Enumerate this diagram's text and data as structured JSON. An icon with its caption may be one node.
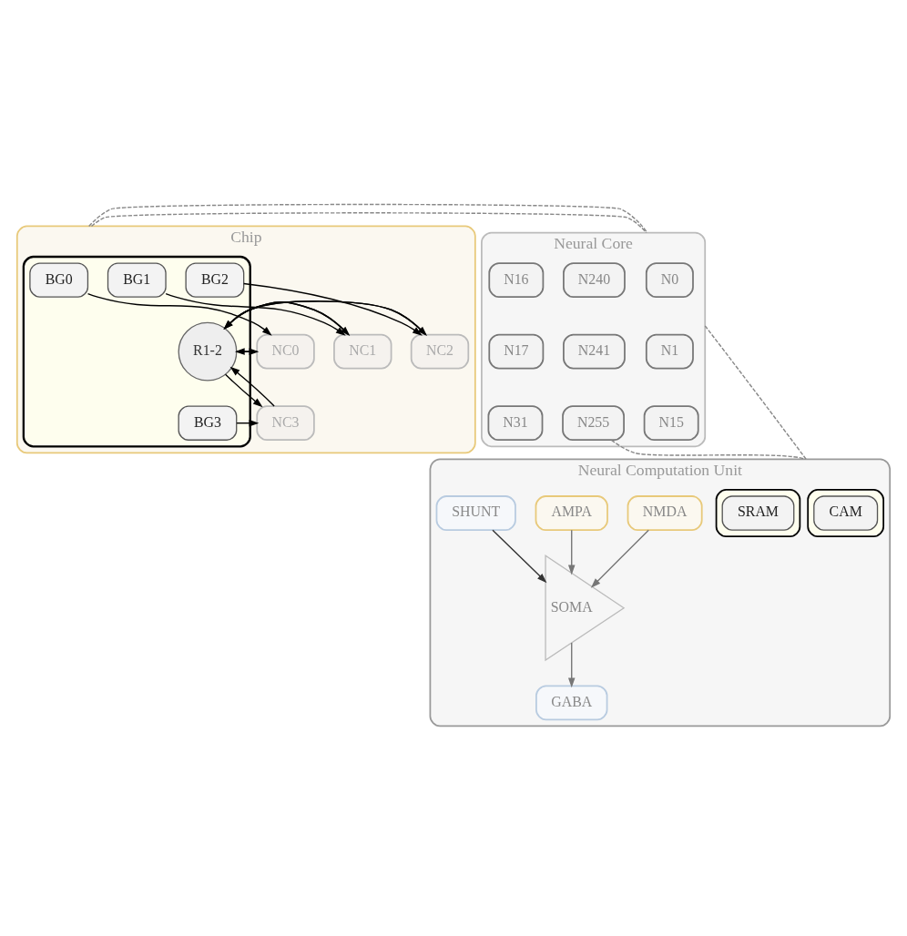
{
  "diagram": {
    "nodes": [
      {
        "text": [
          "Chip"
        ]
      },
      {
        "text": [],
        "shape": "cross",
        "in": 0
      },
      {
        "text": [
          "BG0"
        ],
        "in": 1
      },
      {
        "text": [
          "BG1"
        ],
        "in": 1
      },
      {
        "text": [
          "R1-2"
        ],
        "in": 1
      },
      {
        "text": [
          "BG2"
        ],
        "in": 1
      },
      {
        "text": [
          "BG3"
        ],
        "in": 1
      },
      {
        "text": [
          "NC0"
        ],
        "in": 0
      },
      {
        "text": [
          "NC2"
        ],
        "in": 0
      },
      {
        "text": [
          "NC1"
        ],
        "in": 0
      },
      {
        "text": [
          "NC3"
        ],
        "in": 0
      },
      {
        "text": [
          "Neural Core"
        ]
      },
      {
        "text": [
          "N0"
        ],
        "in": 11
      },
      {
        "text": [
          "N16"
        ],
        "in": 11
      },
      {
        "text": [
          "N240"
        ],
        "in": 11
      },
      {
        "text": [
          "N1"
        ],
        "in": 11
      },
      {
        "text": [
          "N17"
        ],
        "in": 11
      },
      {
        "text": [
          "N241"
        ],
        "in": 11
      },
      {
        "text": [
          "N15"
        ],
        "in": 11
      },
      {
        "text": [
          "N31"
        ],
        "in": 11
      },
      {
        "text": [
          "N255"
        ],
        "in": 11
      },
      {
        "text": [
          "Neural Computation Unit"
        ]
      },
      {
        "text": [],
        "shape": "box",
        "in": 21
      },
      {
        "text": [
          "CAM"
        ],
        "in": 22
      },
      {
        "text": [
          "AMPA"
        ],
        "in": 21
      },
      {
        "text": [
          "SHUNT"
        ],
        "in": 21
      },
      {
        "text": [
          "NMDA"
        ],
        "in": 21
      },
      {
        "text": [
          "GABA"
        ],
        "in": 21
      },
      {
        "text": [
          "SOMA"
        ],
        "in": 21
      },
      {
        "text": [],
        "shape": "box",
        "in": 21
      },
      {
        "text": [
          "SRAM"
        ],
        "in": 29
      }
    ],
    "edges": [
      {
        "from": 2,
        "to": 7,
        "arrow": "to"
      },
      {
        "from": 4,
        "to": 7,
        "arrow": "to"
      },
      {
        "from": 7,
        "to": 4,
        "arrow": "to"
      },
      {
        "from": 8,
        "to": 4,
        "arrow": "to"
      },
      {
        "from": 4,
        "to": 8,
        "arrow": "to"
      },
      {
        "from": 5,
        "to": 8,
        "arrow": "to"
      },
      {
        "from": 3,
        "to": 9,
        "arrow": "to"
      },
      {
        "from": 4,
        "to": 9,
        "arrow": "to"
      },
      {
        "from": 9,
        "to": 4,
        "arrow": "to"
      },
      {
        "from": 4,
        "to": 10,
        "arrow": "to"
      },
      {
        "from": 10,
        "to": 4,
        "arrow": "to"
      },
      {
        "from": 6,
        "to": 10,
        "arrow": "to"
      },
      {
        "from": 0,
        "to": 11,
        "arrow": "none",
        "style": "dashed",
        "color": "#888888"
      },
      {
        "from": 0,
        "to": 11,
        "arrow": "none",
        "style": "dashed",
        "color": "#888888"
      },
      {
        "from": 11,
        "to": 21,
        "arrow": "none",
        "style": "dashed",
        "color": "#888888"
      },
      {
        "from": 20,
        "to": 21,
        "arrow": "none",
        "style": "dashed",
        "color": "#888888"
      },
      {
        "from": 24,
        "to": 28,
        "arrow": "to",
        "color": "#777777"
      },
      {
        "from": 25,
        "to": 28,
        "arrow": "to",
        "color": "#333333"
      },
      {
        "from": 26,
        "to": 28,
        "arrow": "to",
        "color": "#777777"
      },
      {
        "from": 28,
        "to": 27,
        "arrow": "to",
        "color": "#777777"
      }
    ]
  }
}
